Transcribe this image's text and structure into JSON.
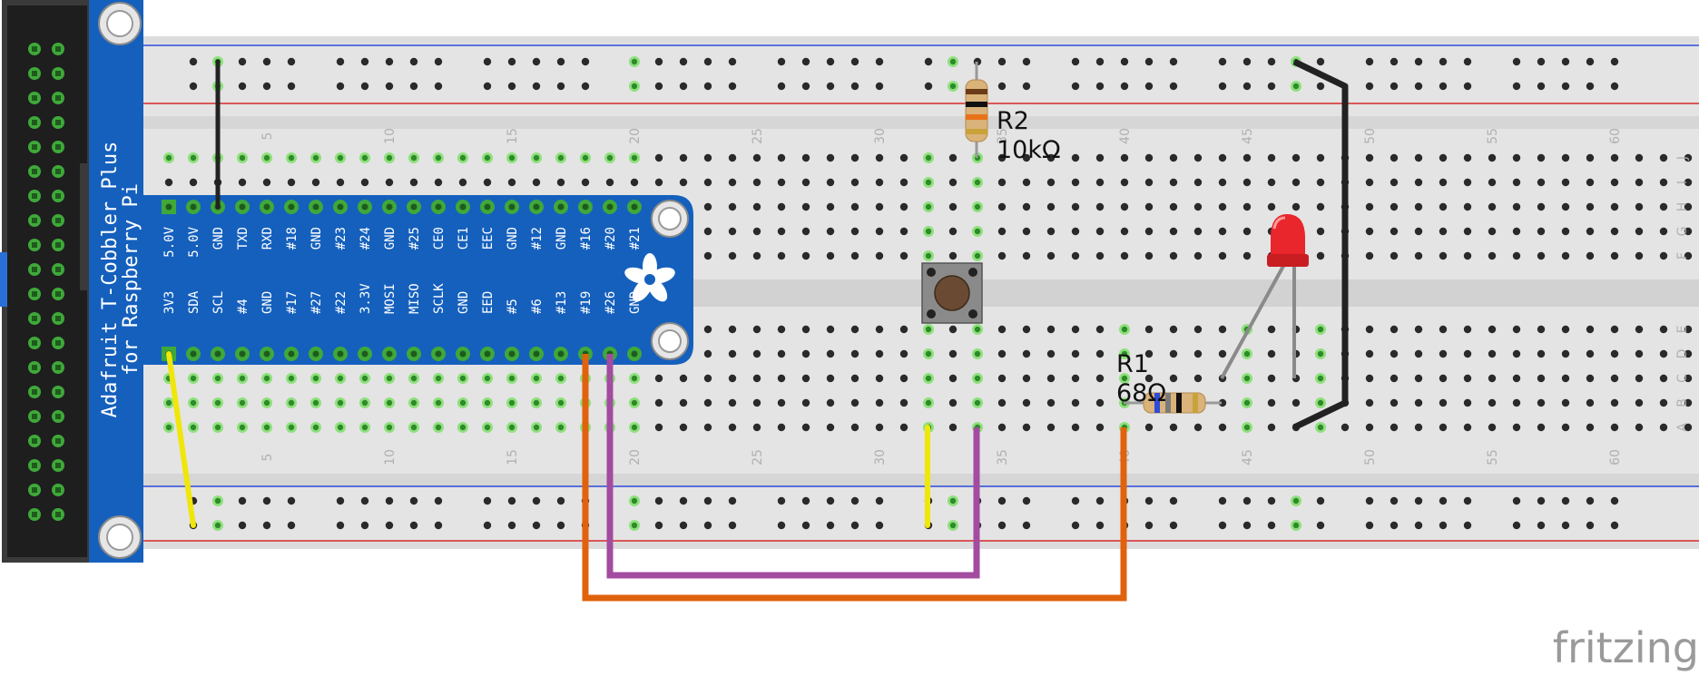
{
  "cobbler": {
    "title": "Adafruit T-Cobbler Plus",
    "subtitle": "for Raspberry Pi",
    "top_pins": [
      "5.0V",
      "5.0V",
      "GND",
      "TXD",
      "RXD",
      "#18",
      "GND",
      "#23",
      "#24",
      "GND",
      "#25",
      "CE0",
      "CE1",
      "EEC",
      "GND",
      "#12",
      "GND",
      "#16",
      "#20",
      "#21"
    ],
    "bottom_pins": [
      "3V3",
      "SDA",
      "SCL",
      "#4",
      "GND",
      "#17",
      "#27",
      "#22",
      "3.3V",
      "MOSI",
      "MISO",
      "SCLK",
      "GND",
      "EED",
      "#5",
      "#6",
      "#13",
      "#19",
      "#26",
      "GND"
    ]
  },
  "breadboard": {
    "column_numbers": [
      "5",
      "10",
      "15",
      "20",
      "25",
      "30",
      "35",
      "40",
      "45",
      "50",
      "55",
      "60"
    ],
    "row_letters_top": [
      "J",
      "I",
      "H",
      "G",
      "F"
    ],
    "row_letters_bottom": [
      "E",
      "D",
      "C",
      "B",
      "A"
    ]
  },
  "components": {
    "r2": {
      "name": "R2",
      "value": "10kΩ"
    },
    "r1": {
      "name": "R1",
      "value": "68Ω"
    }
  },
  "branding": {
    "logo": "fritzing"
  },
  "colors": {
    "cobbler_blue": "#1560bd",
    "wire_black": "#222222",
    "wire_yellow": "#f0e60a",
    "wire_orange": "#e0620c",
    "wire_purple": "#a34ba0",
    "led_red": "#e8262b",
    "rail_red": "#d8282b",
    "rail_blue": "#2f4bd8",
    "hole_green": "#7fdf6a"
  }
}
